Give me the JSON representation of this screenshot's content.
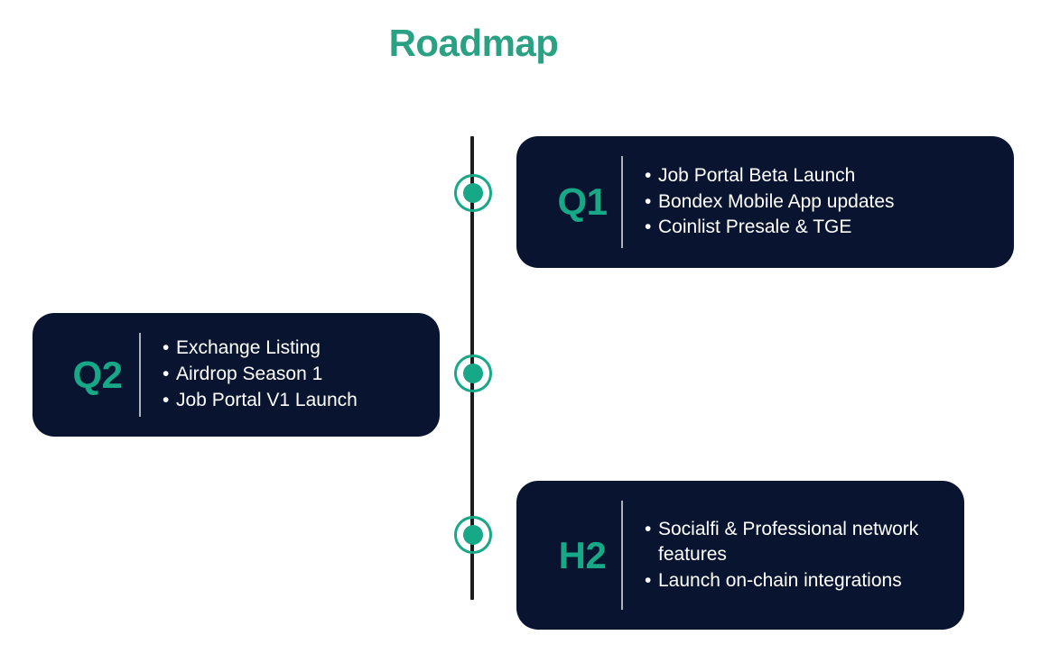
{
  "page": {
    "title": "Roadmap",
    "background_color": "#ffffff",
    "accent_color": "#17a887",
    "title_color": "#2aa183",
    "card_background_color": "#091530",
    "card_text_color": "#ffffff",
    "timeline_line_color": "#1d1d1d"
  },
  "timeline": {
    "nodes": [
      {
        "id": "node-q1",
        "label": "Q1"
      },
      {
        "id": "node-q2",
        "label": "Q2"
      },
      {
        "id": "node-h2",
        "label": "H2"
      }
    ]
  },
  "milestones": [
    {
      "id": "q1",
      "label": "Q1",
      "side": "right",
      "items": [
        "Job Portal Beta Launch",
        "Bondex Mobile App updates",
        "Coinlist Presale & TGE"
      ]
    },
    {
      "id": "q2",
      "label": "Q2",
      "side": "left",
      "items": [
        "Exchange Listing",
        "Airdrop Season 1",
        "Job Portal V1 Launch"
      ]
    },
    {
      "id": "h2",
      "label": "H2",
      "side": "right",
      "items": [
        "Socialfi & Professional network features",
        "Launch on-chain integrations"
      ]
    }
  ]
}
